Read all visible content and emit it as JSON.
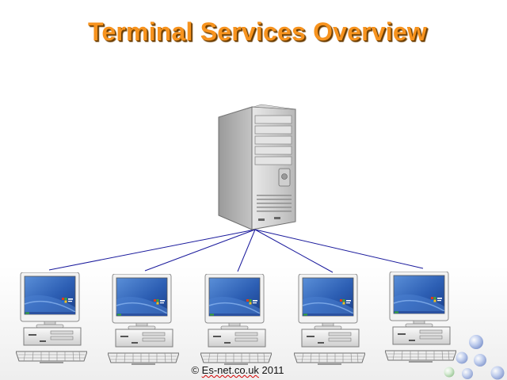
{
  "slide": {
    "title": "Terminal Services Overview",
    "footer": {
      "prefix": "© ",
      "site": "Es-net.co.uk",
      "year": " 2011"
    }
  },
  "colors": {
    "title": "#f7931e",
    "connection_line": "#1a1a9c",
    "desktop_wallpaper": "#2f63b8",
    "server_body": "#c9c9c9"
  },
  "diagram": {
    "server": {
      "icon": "tower-server-icon"
    },
    "clients": [
      {
        "icon": "desktop-workstation-icon"
      },
      {
        "icon": "desktop-workstation-icon"
      },
      {
        "icon": "desktop-workstation-icon"
      },
      {
        "icon": "desktop-workstation-icon"
      },
      {
        "icon": "desktop-workstation-icon"
      }
    ],
    "connections": "server-to-each-client"
  }
}
